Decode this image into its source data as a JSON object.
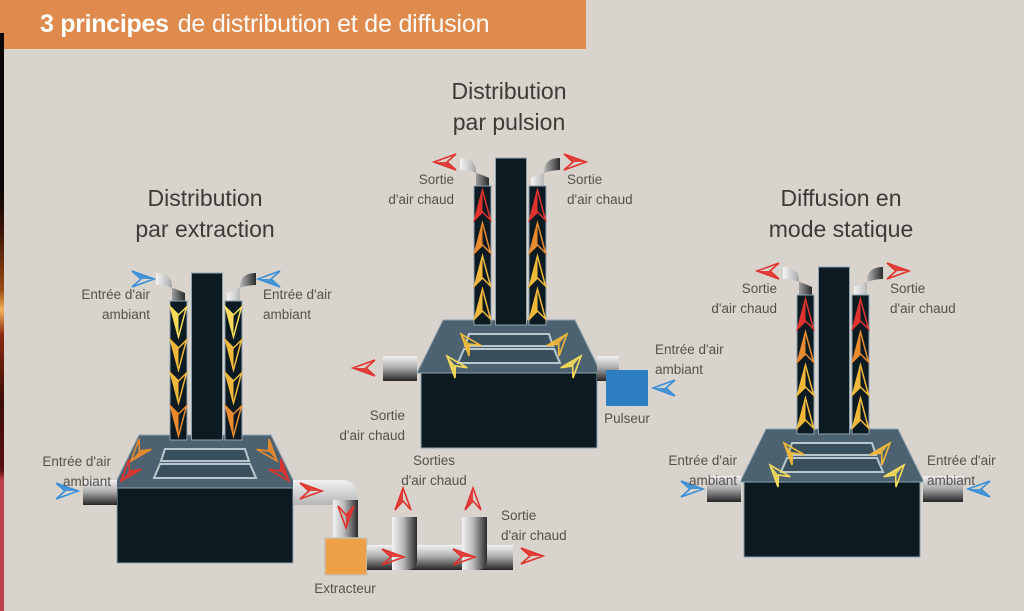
{
  "title": {
    "bold": "3 principes",
    "light": "de distribution et de diffusion"
  },
  "colors": {
    "banner": "#de8b4d",
    "background": "#d9d3cd",
    "stove_dark": "#0c1a22",
    "stove_top": "#4d6270",
    "stove_panel": "#39505c",
    "arrow_hot": "#e0332e",
    "arrow_warm": "#e98a2e",
    "arrow_mild": "#f0b83a",
    "arrow_cool": "#f6dc5a",
    "arrow_ambient": "#3a8fd6",
    "extracteur": "#eda046",
    "pulseur": "#2e7ec4"
  },
  "diagrams": [
    {
      "id": "extraction",
      "heading": [
        "Distribution",
        "par extraction"
      ],
      "duct_flow": "down",
      "duct_labels": {
        "left": [
          "Entrée d'air",
          "ambiant"
        ],
        "right": [
          "Entrée d'air",
          "ambiant"
        ]
      },
      "side_labels": {
        "left": [
          "Entrée d'air",
          "ambiant"
        ]
      },
      "device": {
        "label": "Extracteur"
      },
      "outputs": {
        "middle": [
          "Sorties",
          "d'air chaud"
        ],
        "end": [
          "Sortie",
          "d'air chaud"
        ]
      }
    },
    {
      "id": "pulsion",
      "heading": [
        "Distribution",
        "par pulsion"
      ],
      "duct_flow": "up",
      "duct_labels": {
        "left": [
          "Sortie",
          "d'air chaud"
        ],
        "right": [
          "Sortie",
          "d'air chaud"
        ]
      },
      "side_labels": {
        "left": [
          "Sortie",
          "d'air chaud"
        ],
        "right": [
          "Entrée d'air",
          "ambiant"
        ]
      },
      "device": {
        "label": "Pulseur"
      }
    },
    {
      "id": "statique",
      "heading": [
        "Diffusion en",
        "mode statique"
      ],
      "duct_flow": "up",
      "duct_labels": {
        "left": [
          "Sortie",
          "d'air chaud"
        ],
        "right": [
          "Sortie",
          "d'air chaud"
        ]
      },
      "side_labels": {
        "left": [
          "Entrée d'air",
          "ambiant"
        ],
        "right": [
          "Entrée d'air",
          "ambiant"
        ]
      }
    }
  ]
}
